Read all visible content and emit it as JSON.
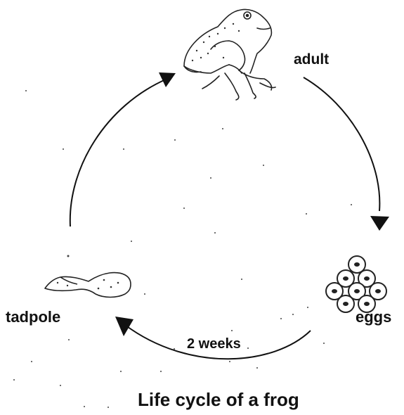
{
  "diagram": {
    "title": "Life cycle of a frog",
    "stages": {
      "adult": "adult",
      "eggs": "eggs",
      "tadpole": "tadpole"
    },
    "duration_label": "2 weeks",
    "arrow_color": "#111111"
  },
  "icons": {
    "adult": "frog-icon",
    "eggs": "frog-eggs-icon",
    "tadpole": "tadpole-icon"
  }
}
